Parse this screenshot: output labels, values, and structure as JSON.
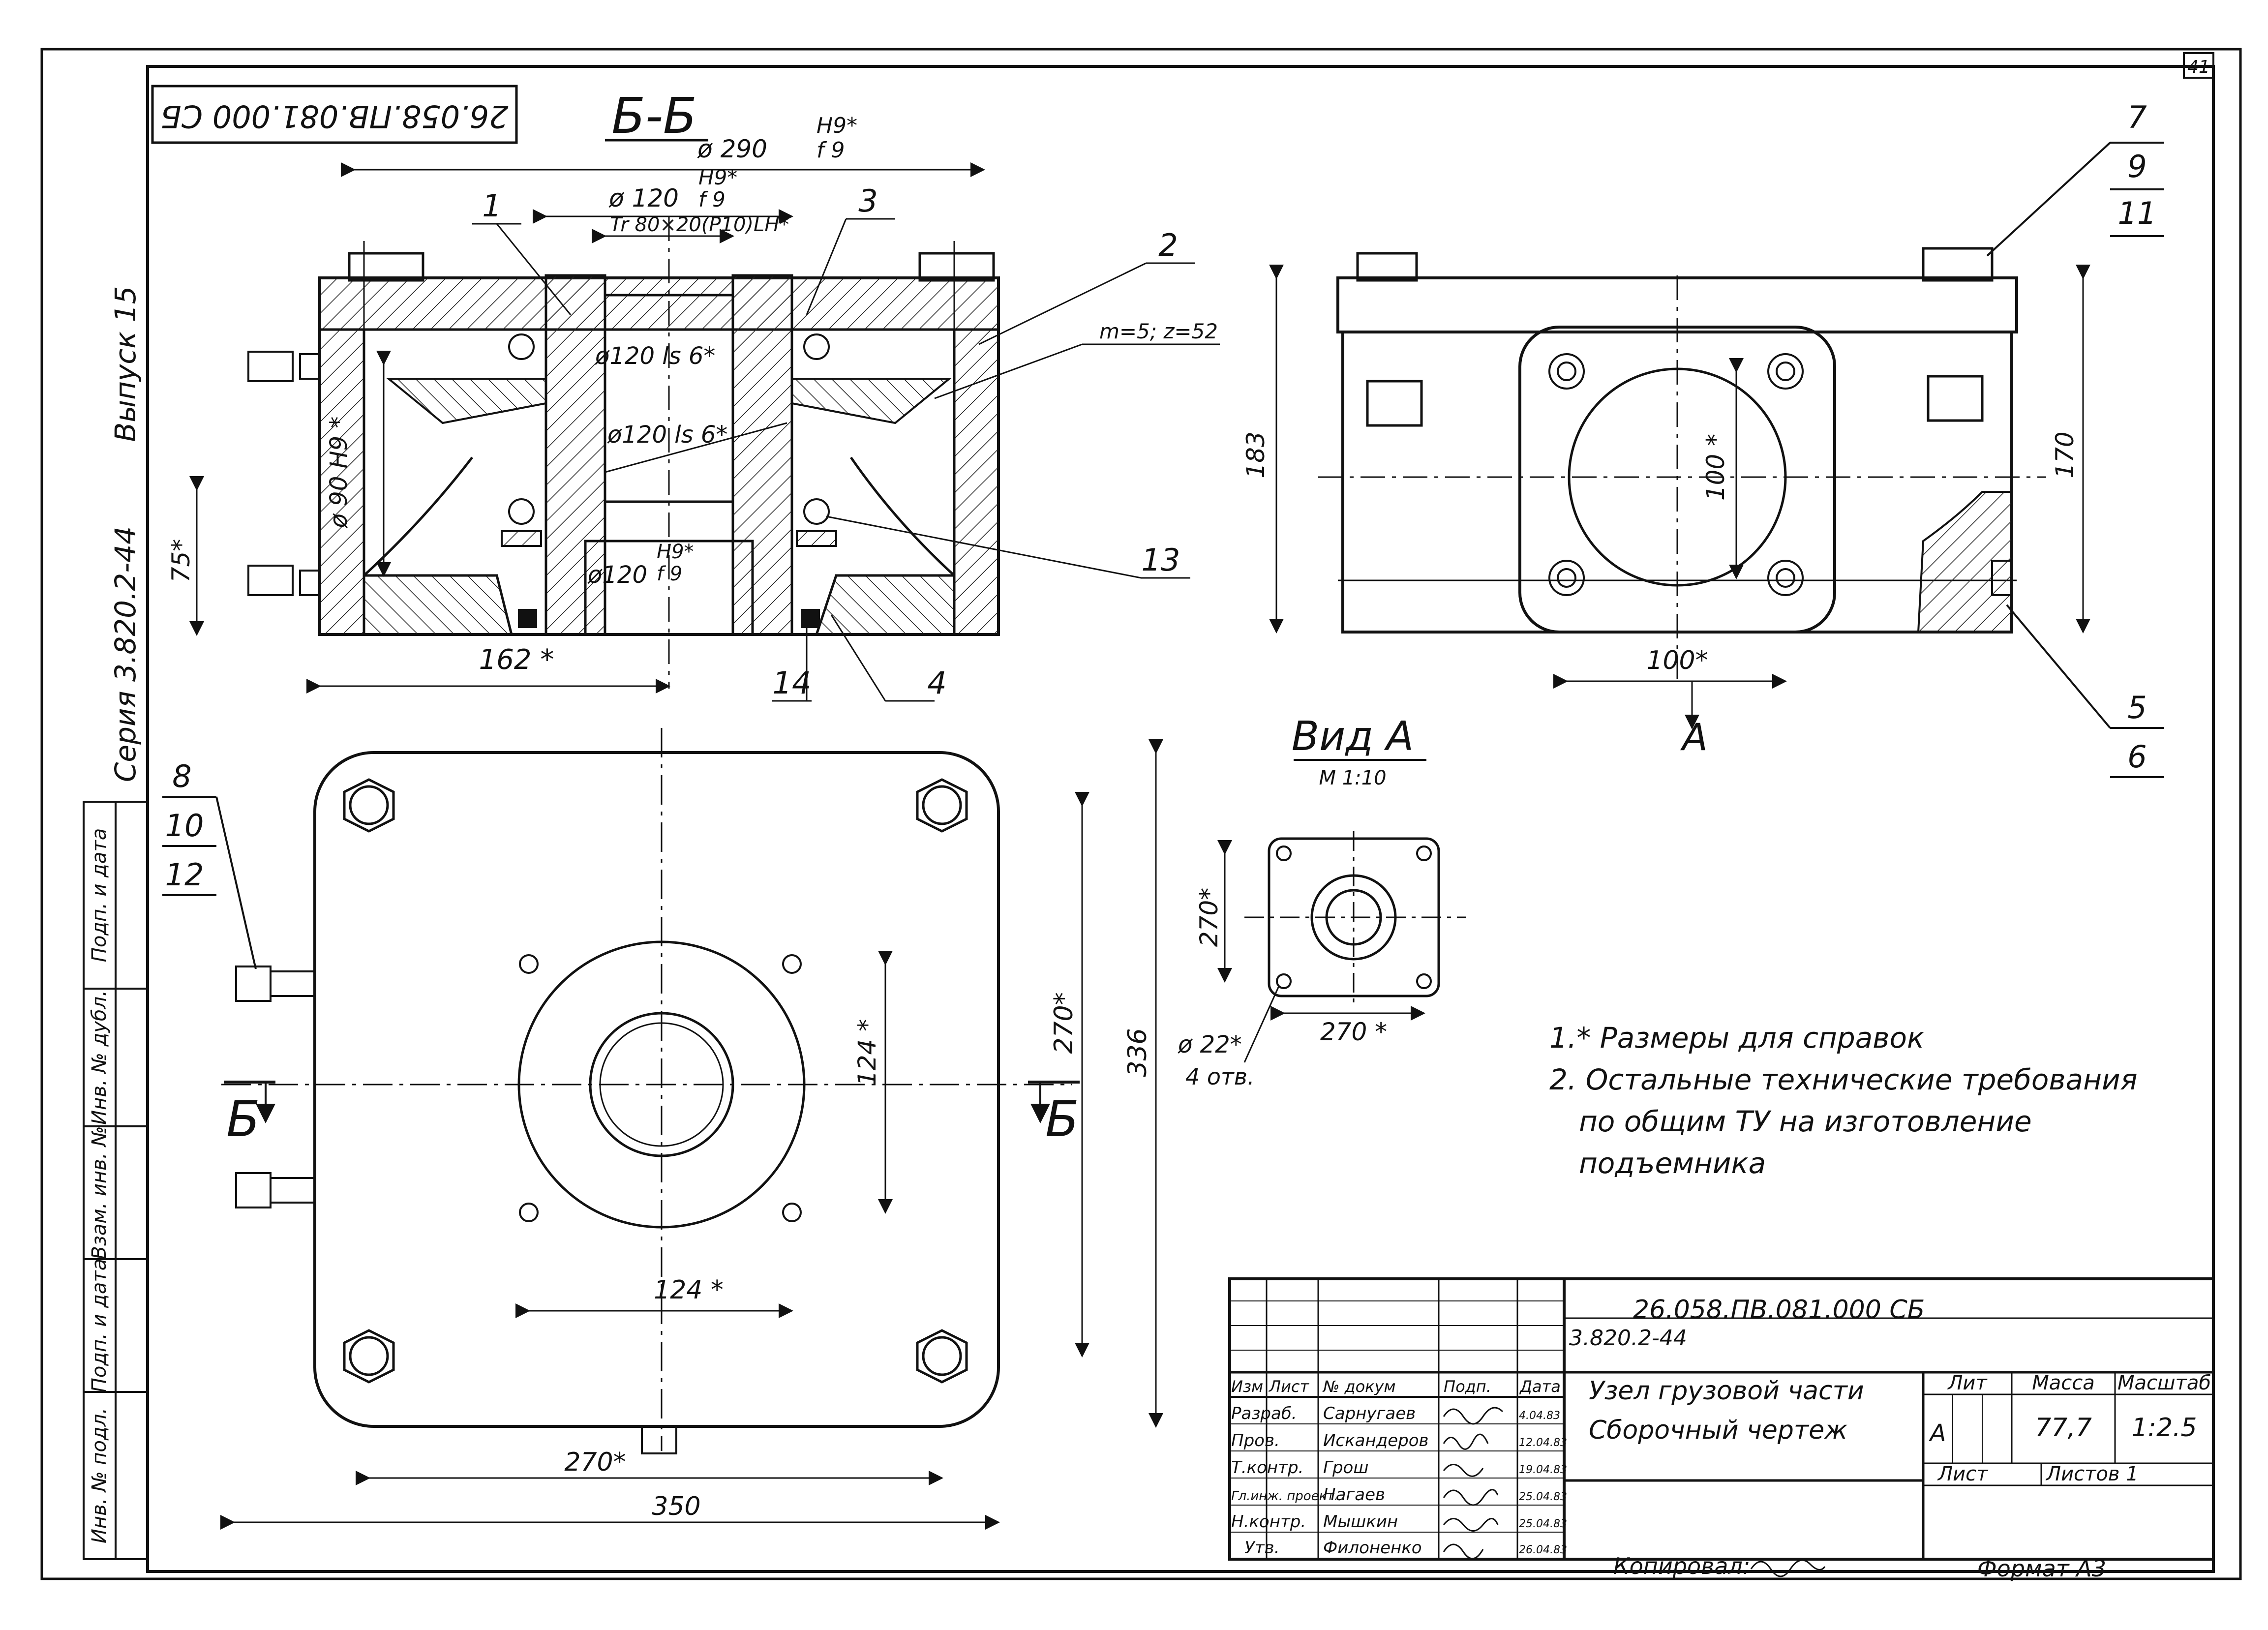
{
  "sheet": {
    "page_number": "41",
    "rotated_code": "26.058.ПВ.081.000 СБ",
    "series": "Серия 3.820.2-44",
    "issue": "Выпуск 15",
    "format": "Формат А3",
    "copied_by_label": "Копировал:"
  },
  "side_strip": {
    "cells": [
      "Инв. № подл.",
      "Подп. и дата",
      "Взам. инв. №",
      "Инв. № дубл.",
      "Подп. и дата"
    ]
  },
  "section_view": {
    "title": "Б-Б",
    "dims": {
      "d290": "ø 290",
      "d290_fit": "H9*",
      "d290_fit2": "f 9",
      "d120": "ø 120",
      "d120_fit": "H9*",
      "d120_fit2": "f 9",
      "thread": "Tr 80×20(P10)LH*",
      "d120ls_upper": "ø120 ls 6*",
      "d120ls_mid": "ø120 ls 6*",
      "d120_bottom": "ø120",
      "d120_bottom_fit": "H9*",
      "d120_bottom_fit2": "f 9",
      "d90": "ø 90 H9 *",
      "h75": "75*",
      "w162": "162 *",
      "gear": "m=5; z=52"
    },
    "callouts": [
      "1",
      "2",
      "3",
      "4",
      "13",
      "14"
    ]
  },
  "side_view": {
    "dims": {
      "h183": "183",
      "h170": "170",
      "w100": "100*",
      "v100": "100 *"
    },
    "arrow_label": "A",
    "callouts_top": [
      "7",
      "9",
      "11"
    ],
    "callouts_bottom": [
      "5",
      "6"
    ]
  },
  "view_a": {
    "title": "Вид А",
    "scale": "М 1:10",
    "dims": {
      "h270": "270*",
      "w270": "270 *",
      "holes": "ø 22*",
      "holes_count": "4 отв."
    }
  },
  "plan_view": {
    "dims": {
      "v124": "124 *",
      "v270": "270*",
      "v336": "336",
      "h124": "124 *",
      "h270": "270*",
      "h350": "350"
    },
    "section_marks": [
      "Б",
      "Б"
    ],
    "callouts": [
      "8",
      "10",
      "12"
    ]
  },
  "notes": [
    "1.* Размеры для справок",
    "2. Остальные технические требования",
    "по общим ТУ на изготовление",
    "подъемника"
  ],
  "title_block": {
    "doc_code": "26.058.ПВ.081.000 СБ",
    "series_code": "3.820.2-44",
    "name_line1": "Узел грузовой части",
    "name_line2": "Сборочный чертеж",
    "headers": {
      "lit": "Лит",
      "mass": "Масса",
      "scale": "Масштаб"
    },
    "lit_value": "А",
    "mass_value": "77,7",
    "scale_value": "1:2.5",
    "sheet_label": "Лист",
    "sheets_label": "Листов 1",
    "col_headers": [
      "Изм",
      "Лист",
      "№ докум",
      "Подп.",
      "Дата"
    ],
    "rows": [
      {
        "role": "Разраб.",
        "name": "Сарнугаев",
        "date": "4.04.83"
      },
      {
        "role": "Пров.",
        "name": "Искандеров",
        "date": "12.04.83"
      },
      {
        "role": "Т.контр.",
        "name": "Грош",
        "date": "19.04.83"
      },
      {
        "role": "Гл.инж. проект.",
        "name": "Нагаев",
        "date": "25.04.83"
      },
      {
        "role": "Н.контр.",
        "name": "Мышкин",
        "date": "25.04.83"
      },
      {
        "role": "Утв.",
        "name": "Филоненко",
        "date": "26.04.83"
      }
    ]
  }
}
